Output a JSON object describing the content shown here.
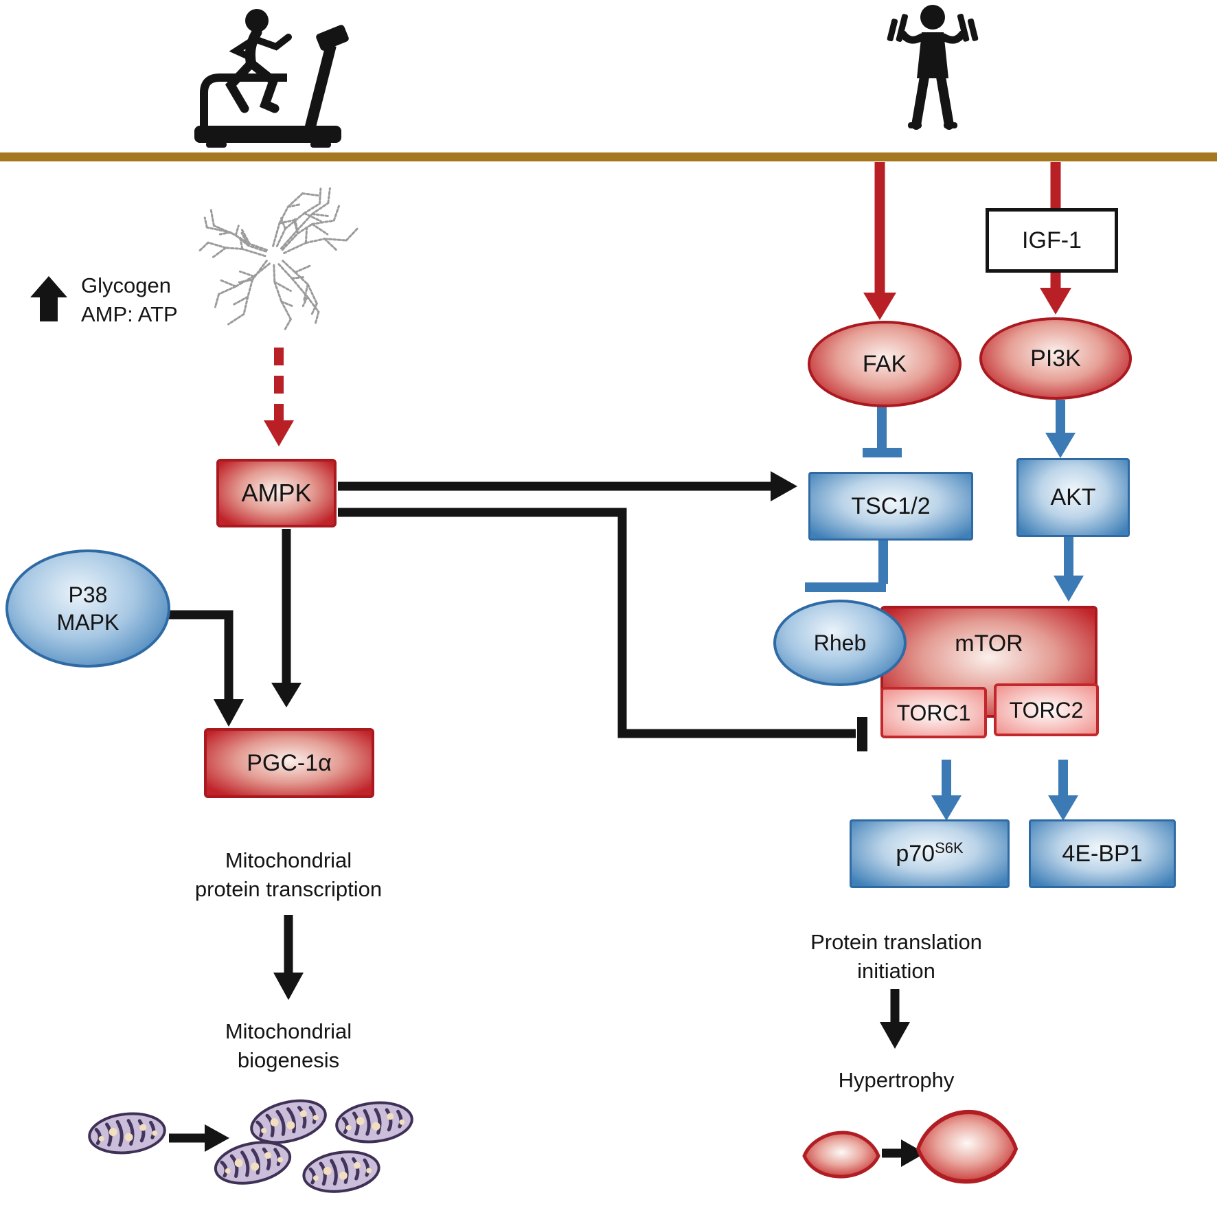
{
  "colors": {
    "node_red": "#c0242a",
    "node_red_border": "#a9191f",
    "node_blue": "#4080b8",
    "node_blue_border": "#2f6aa5",
    "torc_pink_border": "#c2272c",
    "arrow_black": "#141414",
    "arrow_red": "#b92025",
    "arrow_blue": "#3c7ab5",
    "ground_brown": "#a5781f",
    "glycogen_gray": "#9b9b9b",
    "mitochondria_purple": "#cbbedb",
    "mitochondria_outline": "#3f3156",
    "muscle_red": "#c62f30"
  },
  "left_pathway": {
    "glycogen_label": "Glycogen",
    "amp_atp_label": "AMP: ATP",
    "ampk_label": "AMPK",
    "p38_label_line1": "P38",
    "p38_label_line2": "MAPK",
    "pgc1a_label": "PGC-1α",
    "mito_transcription_line1": "Mitochondrial",
    "mito_transcription_line2": "protein transcription",
    "mito_biogenesis_line1": "Mitochondrial",
    "mito_biogenesis_line2": "biogenesis"
  },
  "right_pathway": {
    "igf1_label": "IGF-1",
    "fak_label": "FAK",
    "pi3k_label": "PI3K",
    "tsc12_label": "TSC1/2",
    "akt_label": "AKT",
    "rheb_label": "Rheb",
    "mtor_label": "mTOR",
    "torc1_label": "TORC1",
    "torc2_label": "TORC2",
    "p70s6k_base": "p70",
    "p70s6k_sup": "S6K",
    "fourebp1_label": "4E-BP1",
    "translation_line1": "Protein translation",
    "translation_line2": "initiation",
    "hypertrophy_label": "Hypertrophy"
  }
}
